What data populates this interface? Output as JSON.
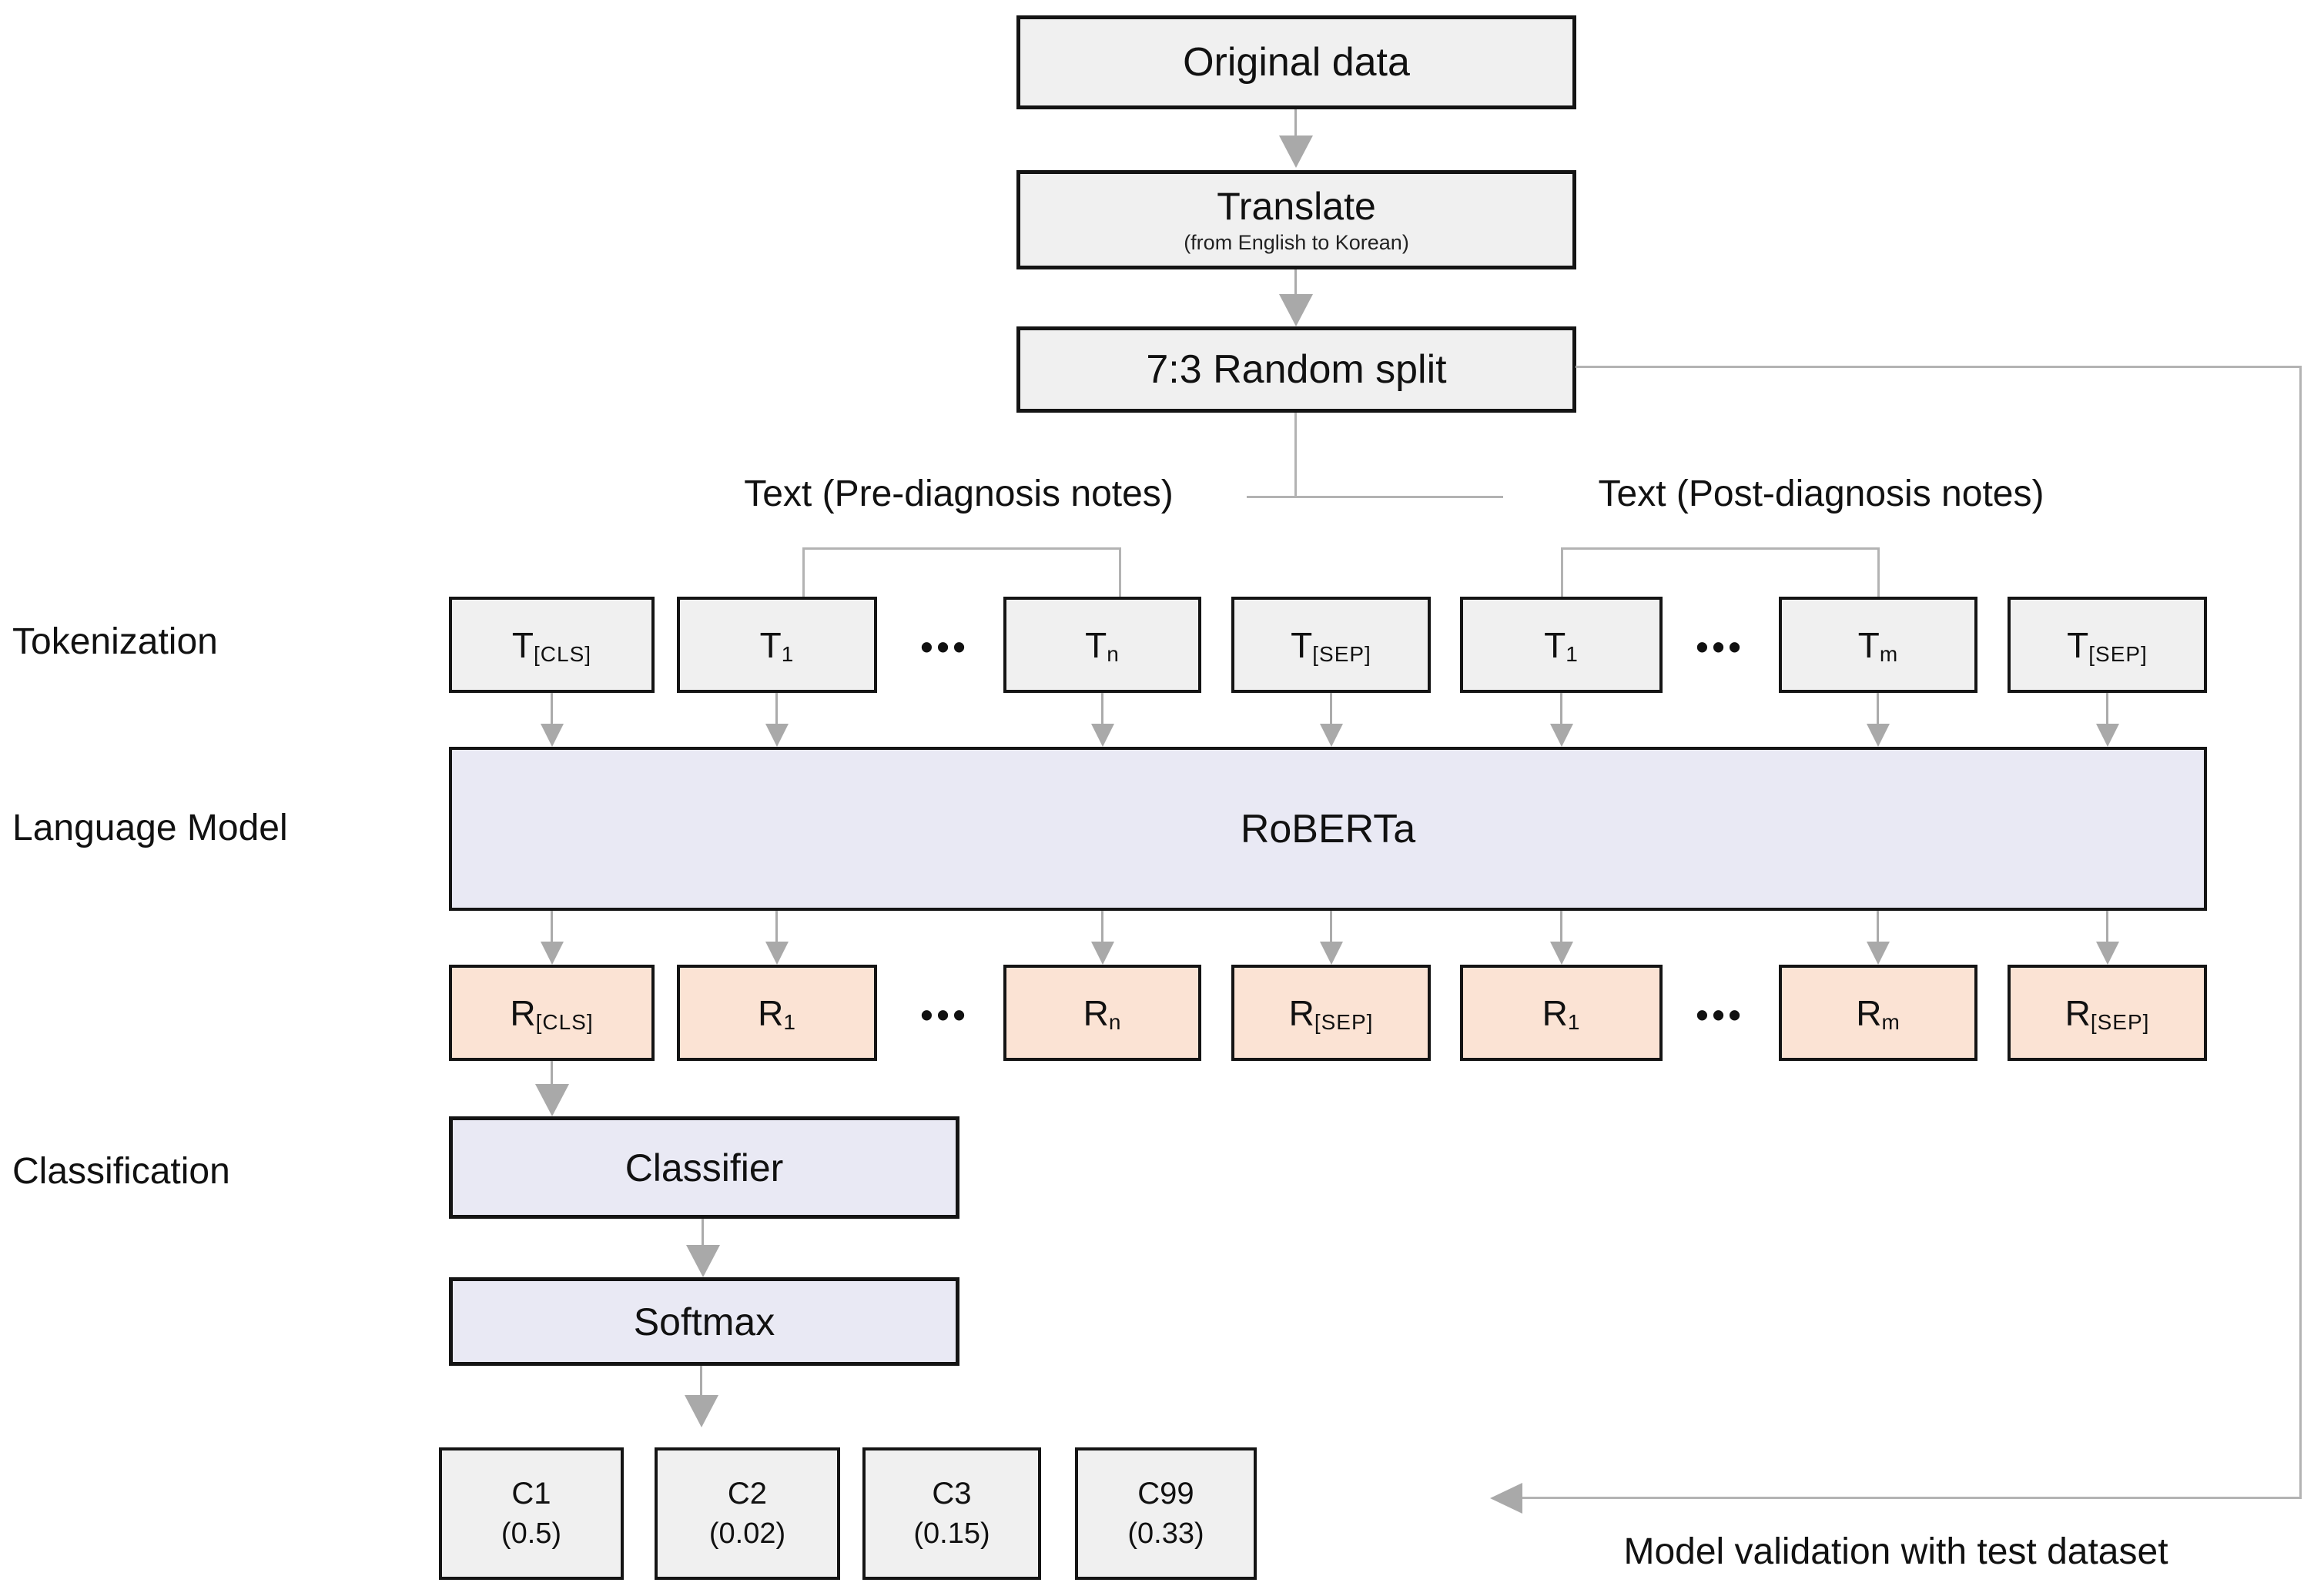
{
  "side_labels": {
    "tokenization": "Tokenization",
    "language_model": "Language Model",
    "classification": "Classification"
  },
  "flow": {
    "original_data": "Original data",
    "translate": "Translate",
    "translate_sub": "(from English to Korean)",
    "random_split": "7:3 Random split"
  },
  "branches": {
    "pre": "Text (Pre-diagnosis notes)",
    "post": "Text (Post-diagnosis notes)"
  },
  "dots": "•••",
  "tokens": [
    {
      "main": "T",
      "sub": "[CLS]"
    },
    {
      "main": "T",
      "sub": "1"
    },
    {
      "main": "T",
      "sub": "n"
    },
    {
      "main": "T",
      "sub": "[SEP]"
    },
    {
      "main": "T",
      "sub": "1"
    },
    {
      "main": "T",
      "sub": "m"
    },
    {
      "main": "T",
      "sub": "[SEP]"
    }
  ],
  "model": {
    "name": "RoBERTa"
  },
  "representations": [
    {
      "main": "R",
      "sub": "[CLS]"
    },
    {
      "main": "R",
      "sub": "1"
    },
    {
      "main": "R",
      "sub": "n"
    },
    {
      "main": "R",
      "sub": "[SEP]"
    },
    {
      "main": "R",
      "sub": "1"
    },
    {
      "main": "R",
      "sub": "m"
    },
    {
      "main": "R",
      "sub": "[SEP]"
    }
  ],
  "classification": {
    "classifier": "Classifier",
    "softmax": "Softmax"
  },
  "outputs": [
    {
      "name": "C1",
      "prob": "(0.5)"
    },
    {
      "name": "C2",
      "prob": "(0.02)"
    },
    {
      "name": "C3",
      "prob": "(0.15)"
    },
    {
      "name": "C99",
      "prob": "(0.33)"
    }
  ],
  "validation": {
    "text": "Model validation with test dataset"
  },
  "colors": {
    "box_fill": "#f0f0f0",
    "model_fill": "#e9e9f4",
    "representation_fill": "#fbe3d4",
    "line": "#ababab",
    "arrow": "#a9a9a9",
    "border": "#141414"
  }
}
